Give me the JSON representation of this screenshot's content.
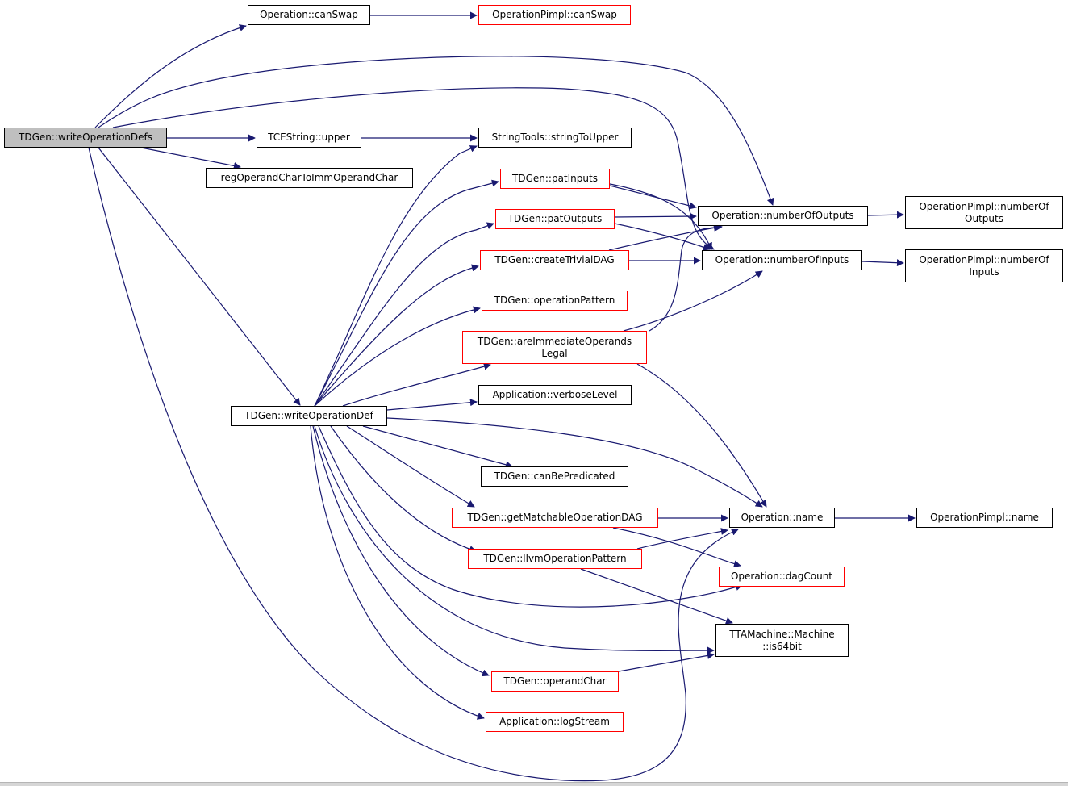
{
  "graph": {
    "edge_color": "#191970",
    "root_fill": "#bfbfbf",
    "missing_doc_border": "#ff0000",
    "nodes": {
      "root": {
        "label": "TDGen::writeOperationDefs"
      },
      "op_canswap": {
        "label": "Operation::canSwap"
      },
      "opp_canswap": {
        "label": "OperationPimpl::canSwap"
      },
      "tce_upper": {
        "label": "TCEString::upper"
      },
      "st_upper": {
        "label": "StringTools::stringToUpper"
      },
      "regop": {
        "label": "regOperandCharToImmOperandChar"
      },
      "pat_inputs": {
        "label": "TDGen::patInputs"
      },
      "pat_outputs": {
        "label": "TDGen::patOutputs"
      },
      "num_outputs": {
        "label": "Operation::numberOfOutputs"
      },
      "opp_num_out": {
        "label": "OperationPimpl::numberOf\nOutputs"
      },
      "create_dag": {
        "label": "TDGen::createTrivialDAG"
      },
      "num_inputs": {
        "label": "Operation::numberOfInputs"
      },
      "opp_num_in": {
        "label": "OperationPimpl::numberOf\nInputs"
      },
      "op_pattern": {
        "label": "TDGen::operationPattern"
      },
      "imm_legal": {
        "label": "TDGen::areImmediateOperands\nLegal"
      },
      "verbose": {
        "label": "Application::verboseLevel"
      },
      "write_def": {
        "label": "TDGen::writeOperationDef"
      },
      "can_pred": {
        "label": "TDGen::canBePredicated"
      },
      "get_dag": {
        "label": "TDGen::getMatchableOperationDAG"
      },
      "op_name": {
        "label": "Operation::name"
      },
      "opp_name": {
        "label": "OperationPimpl::name"
      },
      "llvm_pat": {
        "label": "TDGen::llvmOperationPattern"
      },
      "dag_count": {
        "label": "Operation::dagCount"
      },
      "is64": {
        "label": "TTAMachine::Machine\n::is64bit"
      },
      "operand_char": {
        "label": "TDGen::operandChar"
      },
      "log_stream": {
        "label": "Application::logStream"
      }
    }
  }
}
